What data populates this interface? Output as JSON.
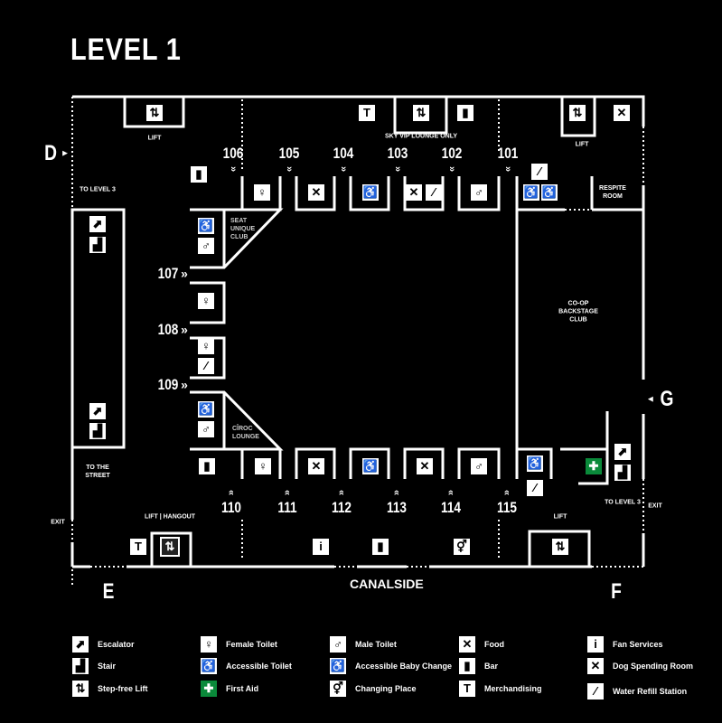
{
  "title": "LEVEL 1",
  "entrances": {
    "d": "D",
    "e": "E",
    "f": "F",
    "g": "G"
  },
  "street": "CANALSIDE",
  "labels": {
    "lift": "LIFT",
    "sky_vip": "SKY VIP LOUNGE ONLY",
    "lift_hangout": "LIFT | HANGOUT",
    "to_level3": "TO LEVEL 3",
    "to_street": "TO THE STREET",
    "exit": "EXIT",
    "respite": "RESPITE ROOM",
    "seat_unique": "SEAT UNIQUE CLUB",
    "ciroc": "CÎROC LOUNGE",
    "coop": "CO-OP BACKSTAGE CLUB"
  },
  "gates_top": [
    "106",
    "105",
    "104",
    "103",
    "102",
    "101"
  ],
  "gates_left": [
    "107",
    "108",
    "109"
  ],
  "gates_bottom": [
    "110",
    "111",
    "112",
    "113",
    "114",
    "115"
  ],
  "legend": [
    {
      "icon": "escalator-icon",
      "label": "Escalator"
    },
    {
      "icon": "stair-icon",
      "label": "Stair"
    },
    {
      "icon": "lift-icon",
      "label": "Step-free Lift"
    },
    {
      "icon": "female-toilet-icon",
      "label": "Female Toilet"
    },
    {
      "icon": "accessible-toilet-icon",
      "label": "Accessible Toilet"
    },
    {
      "icon": "first-aid-icon",
      "label": "First Aid"
    },
    {
      "icon": "male-toilet-icon",
      "label": "Male Toilet"
    },
    {
      "icon": "baby-change-icon",
      "label": "Accessible Baby Change"
    },
    {
      "icon": "changing-place-icon",
      "label": "Changing Place"
    },
    {
      "icon": "food-icon",
      "label": "Food"
    },
    {
      "icon": "bar-icon",
      "label": "Bar"
    },
    {
      "icon": "merchandise-icon",
      "label": "Merchandising"
    },
    {
      "icon": "fan-services-icon",
      "label": "Fan Services"
    },
    {
      "icon": "dog-room-icon",
      "label": "Dog Spending Room"
    },
    {
      "icon": "water-refill-icon",
      "label": "Water Refill Station"
    }
  ],
  "colors": {
    "bg": "#000000",
    "fg": "#ffffff",
    "first_aid": "#0a8a3a"
  }
}
